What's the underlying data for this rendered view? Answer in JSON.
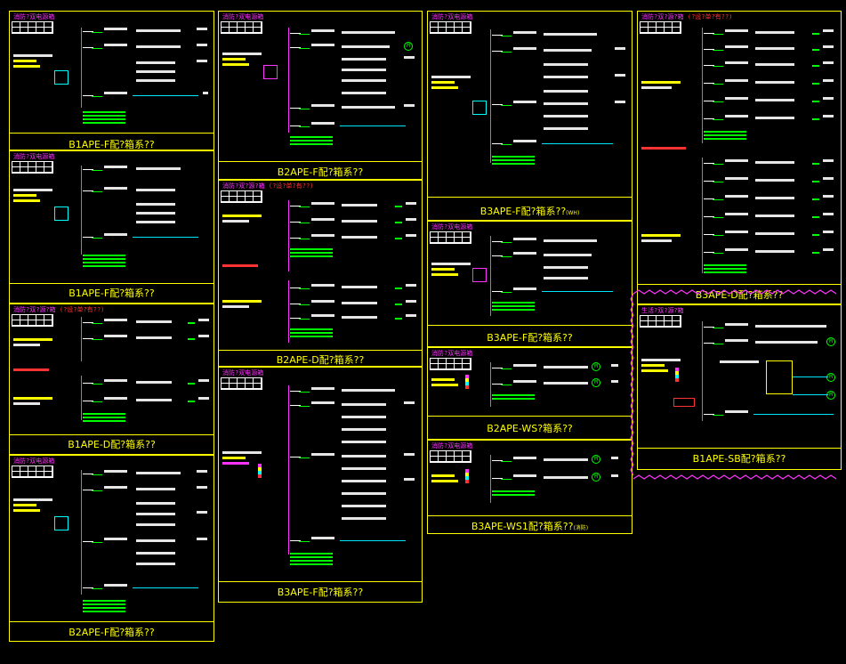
{
  "panels": [
    {
      "id": "B1APE-F1",
      "title": "消防?双电源箱",
      "caption": "B1APE-F配?箱系??"
    },
    {
      "id": "B1APE-F2",
      "title": "消防?双电源箱",
      "caption": "B1APE-F配?箱系??"
    },
    {
      "id": "B1APE-D",
      "title": "消防?双?源?箱",
      "title_tag": "(?设?单?有??)",
      "caption": "B1APE-D配?箱系??"
    },
    {
      "id": "B2APE-F1",
      "title": "消防?双电源箱",
      "caption": "B2APE-F配?箱系??"
    },
    {
      "id": "B2APE-F2",
      "title": "消防?双电源箱",
      "caption": "B2APE-F配?箱系??"
    },
    {
      "id": "B2APE-D",
      "title": "消防?双?源?箱",
      "title_tag": "(?设?单?有??)",
      "caption": "B2APE-D配?箱系??"
    },
    {
      "id": "B3APE-F0",
      "title": "消防?双电源箱",
      "caption": "B3APE-F配?箱系??",
      "caption_small": "(WH)"
    },
    {
      "id": "B3APE-F1",
      "title": "消防?双电源箱",
      "caption": "B3APE-F配?箱系??"
    },
    {
      "id": "B2APE-WS",
      "title": "消防?双电源箱",
      "caption": "B2APE-WS?箱系??"
    },
    {
      "id": "B3APE-WS1",
      "title": "消防?双电源箱",
      "caption": "B3APE-WS1配?箱系??",
      "caption_small": "(消防)"
    },
    {
      "id": "B3APE-D",
      "title": "消防?双?源?箱",
      "title_tag": "(?设?单?有??)",
      "caption": "B3APE-D配?箱系??"
    },
    {
      "id": "B1APE-SB",
      "title": "生活?双?源?箱",
      "caption": "B1APE-SB配?箱系??"
    }
  ],
  "colors": {
    "background": "#000000",
    "frame": "#ffff00",
    "bus": "#ff33ff",
    "text": "#e6e6e6",
    "cyan": "#00e5ff",
    "green": "#00ff00",
    "red": "#ff3333",
    "revision_cloud": "#ff33ff"
  },
  "icons": [
    "breaker-icon",
    "motor-icon",
    "ats-switch-icon",
    "revision-cloud-icon"
  ]
}
